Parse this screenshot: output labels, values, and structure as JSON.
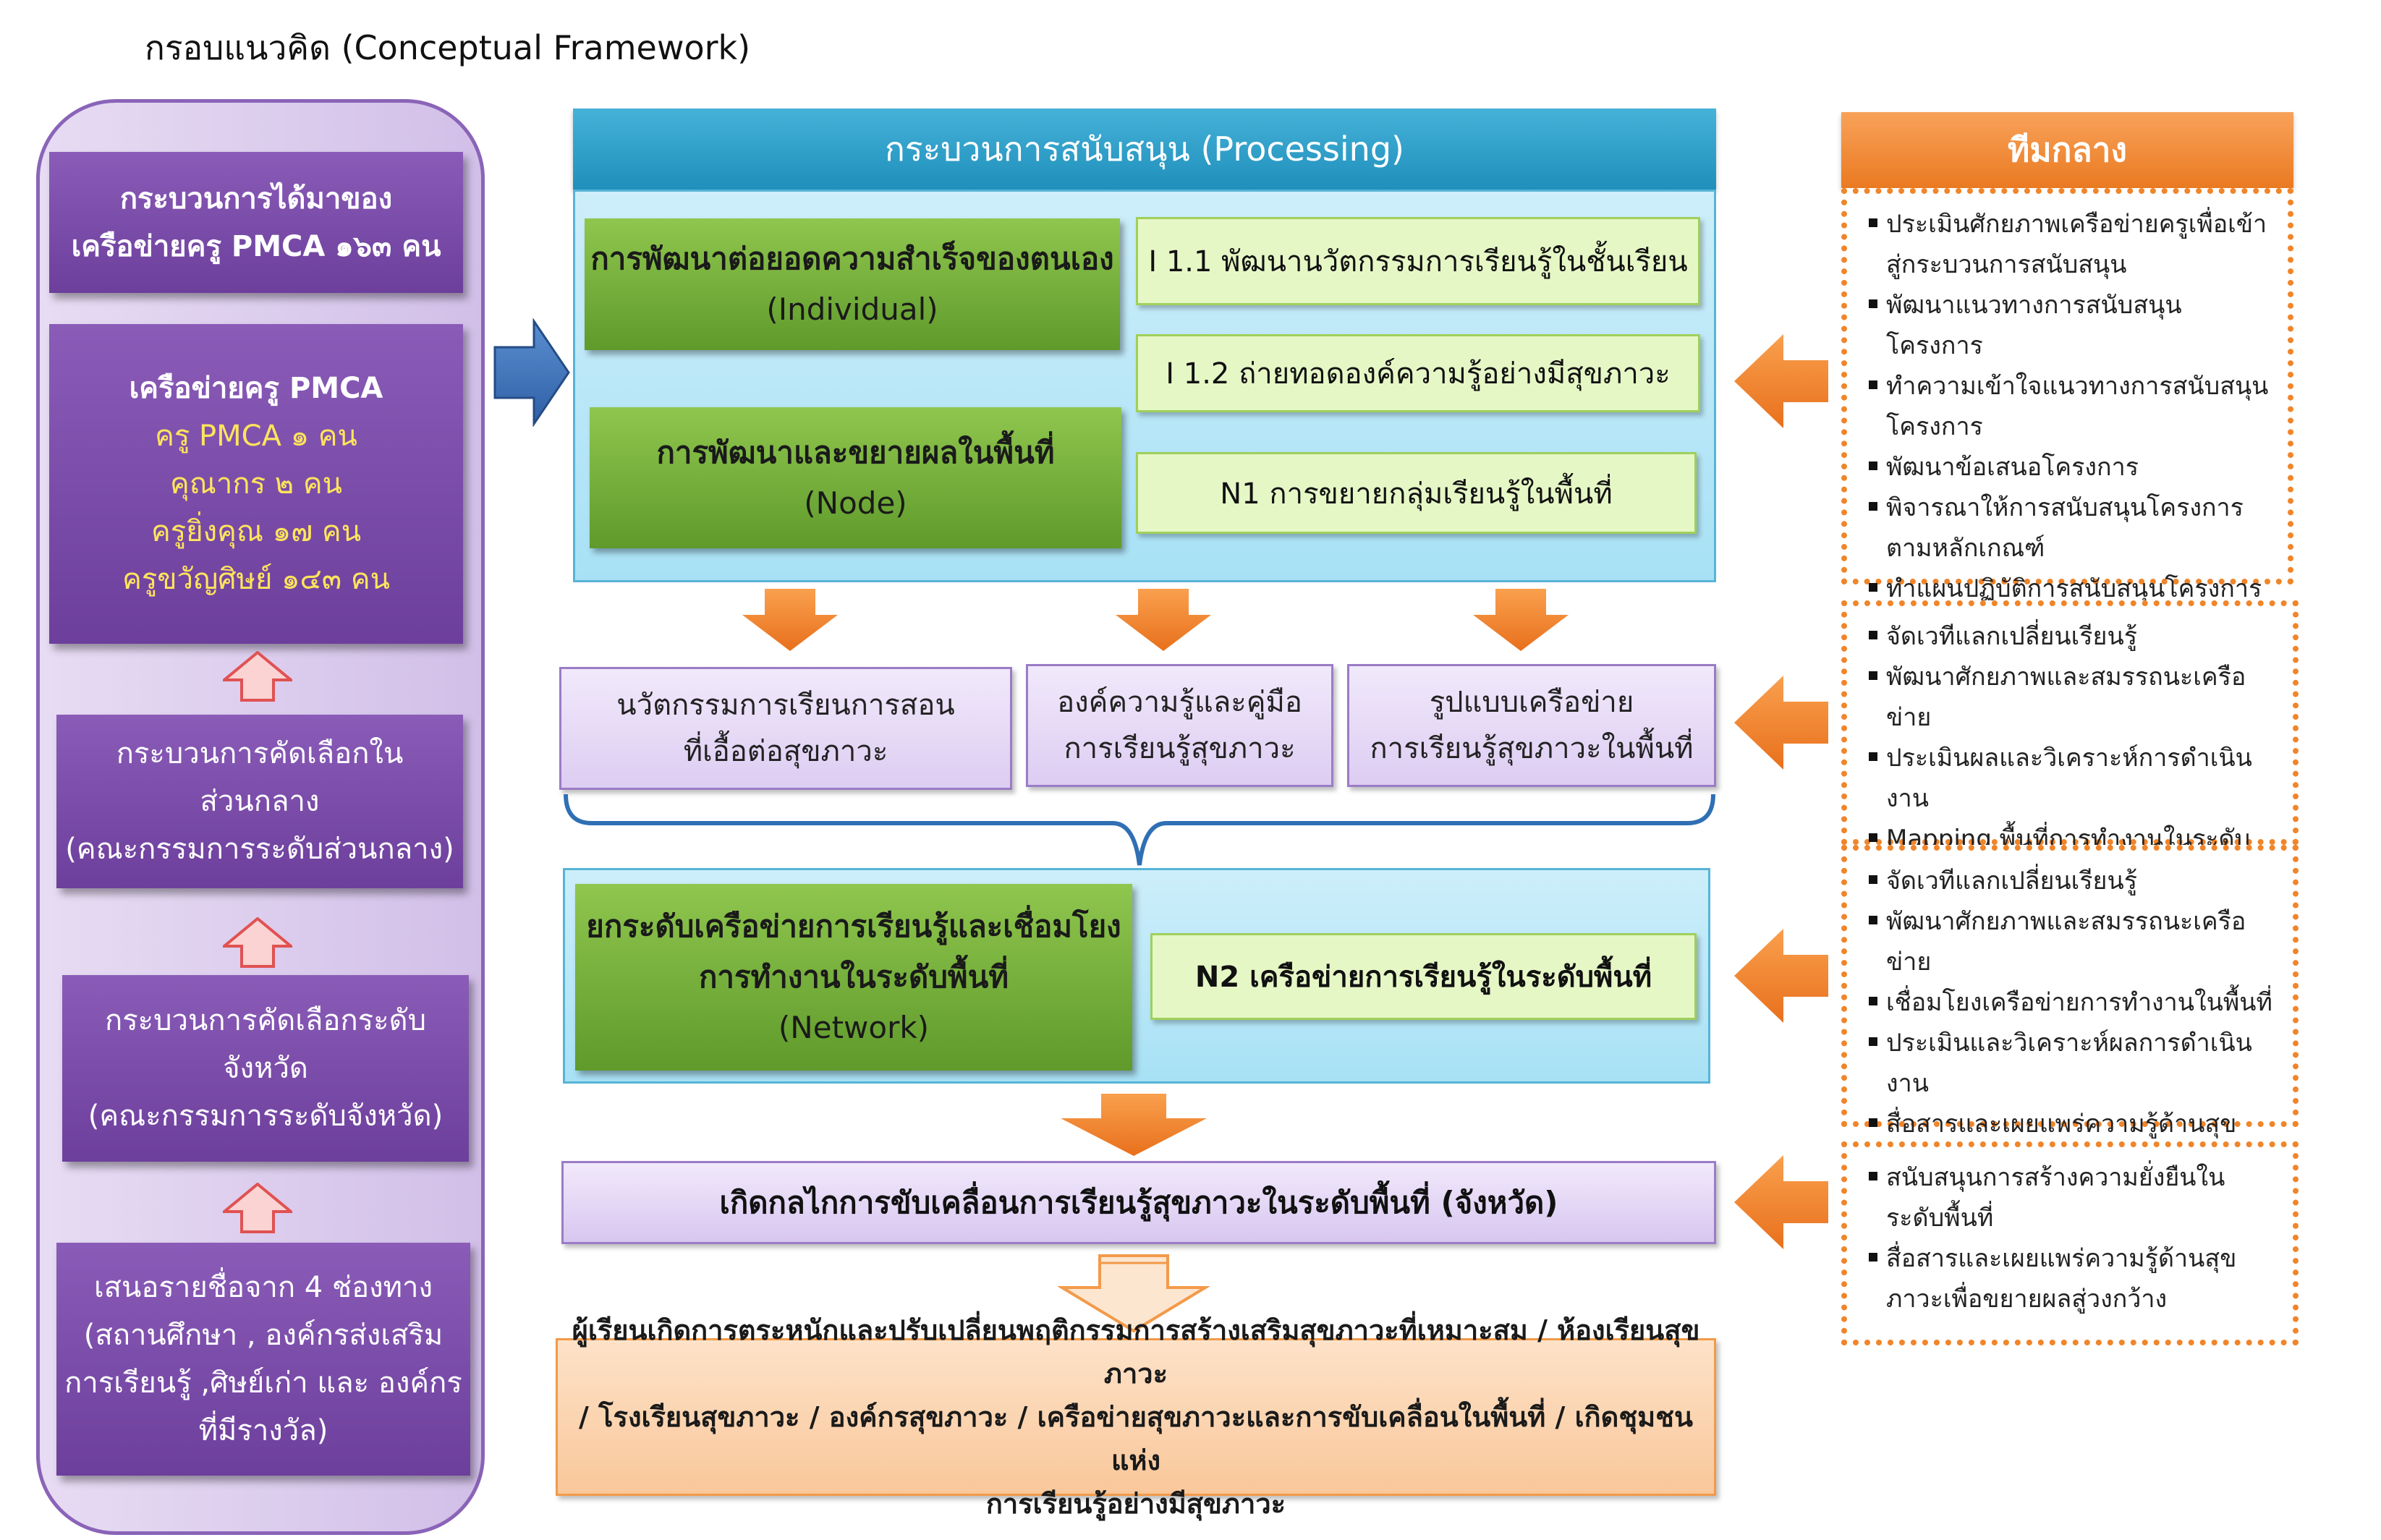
{
  "title": "กรอบแนวคิด (Conceptual Framework)",
  "left_column": {
    "acquisition": [
      "กระบวนการได้มาของ",
      "เครือข่ายครู PMCA ๑๖๓ คน"
    ],
    "network": {
      "heading": "เครือข่ายครู PMCA",
      "lines": [
        "ครู PMCA ๑ คน",
        "คุณากร ๒ คน",
        "ครูยิ่งคุณ ๑๗ คน",
        "ครูขวัญศิษย์ ๑๔๓ คน"
      ]
    },
    "central_selection": [
      "กระบวนการคัดเลือกใน",
      "ส่วนกลาง",
      "(คณะกรรมการระดับส่วนกลาง)"
    ],
    "provincial_selection": [
      "กระบวนการคัดเลือกระดับ",
      "จังหวัด",
      "(คณะกรรมการระดับจังหวัด)"
    ],
    "nomination": [
      "เสนอรายชื่อจาก 4 ช่องทาง",
      "(สถานศึกษา , องค์กรส่งเสริม",
      "การเรียนรู้ ,ศิษย์เก่า และ องค์กร",
      "ที่มีรางวัล)"
    ]
  },
  "processing": {
    "header": "กระบวนการสนับสนุน (Processing)",
    "individual": [
      "การพัฒนาต่อยอดความสำเร็จของตนเอง",
      "(Individual)"
    ],
    "node": [
      "การพัฒนาและขยายผลในพื้นที่",
      "(Node)"
    ],
    "i11": "I 1.1  พัฒนานวัตกรรมการเรียนรู้ในชั้นเรียน",
    "i12": "I 1.2 ถ่ายทอดองค์ความรู้อย่างมีสุขภาวะ",
    "n1": "N1  การขยายกลุ่มเรียนรู้ในพื้นที่"
  },
  "outputs": [
    [
      "นวัตกรรมการเรียนการสอน",
      "ที่เอื้อต่อสุขภาวะ"
    ],
    [
      "องค์ความรู้และคู่มือ",
      "การเรียนรู้สุขภาวะ"
    ],
    [
      "รูปแบบเครือข่าย",
      "การเรียนรู้สุขภาวะในพื้นที่"
    ]
  ],
  "network": {
    "main": [
      "ยกระดับเครือข่ายการเรียนรู้และเชื่อมโยง",
      "การทำงานในระดับพื้นที่",
      "(Network)"
    ],
    "n2": "N2 เครือข่ายการเรียนรู้ในระดับพื้นที่"
  },
  "mechanism": "เกิดกลไกการขับเคลื่อนการเรียนรู้สุขภาวะในระดับพื้นที่ (จังหวัด)",
  "outcome": [
    "ผู้เรียนเกิดการตระหนักและปรับเปลี่ยนพฤติกรรมการสร้างเสริมสุขภาวะที่เหมาะสม / ห้องเรียนสุขภาวะ",
    "/ โรงเรียนสุขภาวะ / องค์กรสุขภาวะ /  เครือข่ายสุขภาวะและการขับเคลื่อนในพื้นที่ / เกิดชุมชนแห่ง",
    "การเรียนรู้อย่างมีสุขภาวะ"
  ],
  "team": {
    "header": "ทีมกลาง",
    "groups": [
      [
        "ประเมินศักยภาพเครือข่ายครูเพื่อเข้าสู่กระบวนการสนับสนุน",
        "พัฒนาแนวทางการสนับสนุนโครงการ",
        "ทำความเข้าใจแนวทางการสนับสนุนโครงการ",
        "พัฒนาข้อเสนอโครงการ",
        "พิจารณาให้การสนับสนุนโครงการตามหลักเกณฑ์",
        "ทำแผนปฏิบัติการสนับสนุนโครงการ"
      ],
      [
        "จัดเวทีแลกเปลี่ยนเรียนรู้",
        "พัฒนาศักยภาพและสมรรถนะเครือข่าย",
        "ประเมินผลและวิเคราะห์การดำเนินงาน",
        "Mapping พื้นที่การทำงานในระดับพื้นที่"
      ],
      [
        "จัดเวทีแลกเปลี่ยนเรียนรู้",
        "พัฒนาศักยภาพและสมรรถนะเครือข่าย",
        "เชื่อมโยงเครือข่ายการทำงานในพื้นที่",
        "ประเมินและวิเคราะห์ผลการดำเนินงาน",
        "สื่อสารและเผยแพร่ความรู้ด้านสุขภาวะเพื่อขยายผลสู่วงกว้าง"
      ],
      [
        "สนับสนุนการสร้างความยั่งยืนในระดับพื้นที่",
        "สื่อสารและเผยแพร่ความรู้ด้านสุขภาวะเพื่อขยายผลสู่วงกว้าง"
      ]
    ]
  },
  "colors": {
    "purple": "#6d3f9c",
    "green": "#5f9a2b",
    "lime": "#e6f7c6",
    "blue_header": "#1f8fbb",
    "orange": "#f0852a",
    "lavender": "#ddcdf2",
    "outcome": "#f9c79a"
  }
}
